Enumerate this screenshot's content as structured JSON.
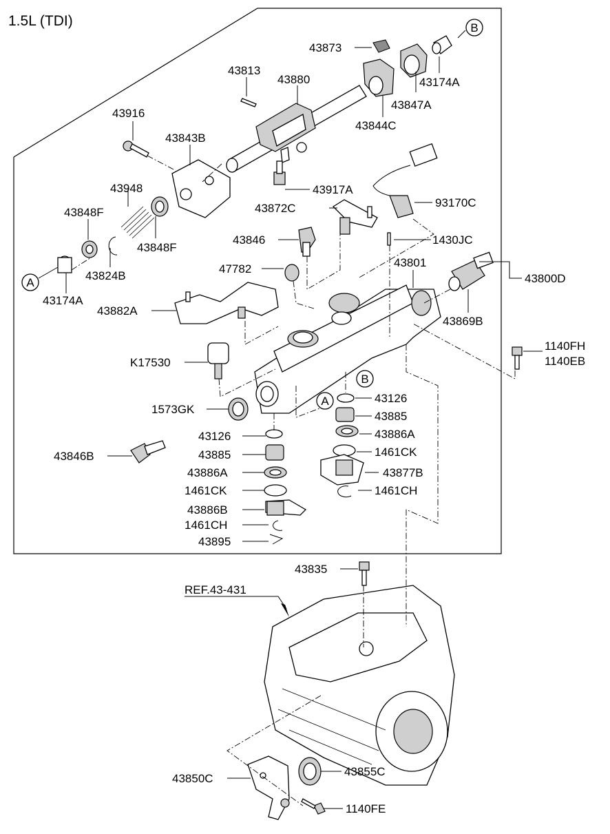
{
  "title": "1.5L (TDI)",
  "callouts": {
    "A": "A",
    "B": "B"
  },
  "parts": {
    "p43873": "43873",
    "p43174A_top": "43174A",
    "p43847A": "43847A",
    "p43844C": "43844C",
    "p43813": "43813",
    "p43880": "43880",
    "p43916": "43916",
    "p43843B": "43843B",
    "p43917A": "43917A",
    "p43948": "43948",
    "p43848F_left": "43848F",
    "p43848F_right": "43848F",
    "p43824B": "43824B",
    "p43174A_left": "43174A",
    "p43872C": "43872C",
    "p93170C": "93170C",
    "p43846": "43846",
    "p1430JC": "1430JC",
    "p47782": "47782",
    "p43801": "43801",
    "p43800D": "43800D",
    "p43882A": "43882A",
    "p43869B": "43869B",
    "p1140FH": "1140FH",
    "p1140EB": "1140EB",
    "pK17530": "K17530",
    "p1573GK": "1573GK",
    "p43126_right": "43126",
    "p43885_right": "43885",
    "p43886A_right": "43886A",
    "p1461CK_right": "1461CK",
    "p43877B": "43877B",
    "p1461CH_right": "1461CH",
    "p43126_left": "43126",
    "p43885_left": "43885",
    "p43886A_left": "43886A",
    "p1461CK_left": "1461CK",
    "p43886B": "43886B",
    "p1461CH_left": "1461CH",
    "p43895": "43895",
    "p43846B": "43846B",
    "p43835": "43835",
    "ref": "REF.43-431",
    "p43850C": "43850C",
    "p43855C": "43855C",
    "p1140FE": "1140FE"
  }
}
